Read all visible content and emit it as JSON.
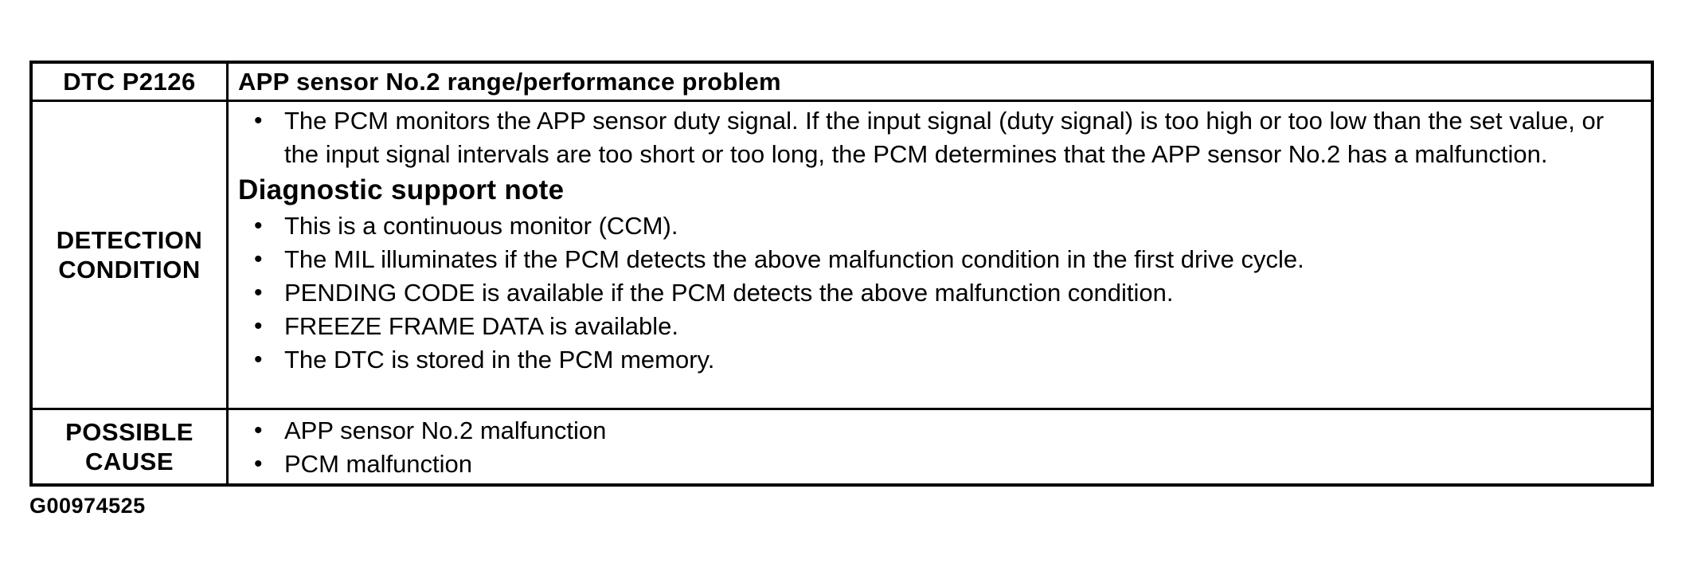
{
  "document": {
    "figure_id": "G00974525"
  },
  "table": {
    "header": {
      "dtc_code": "DTC P2126",
      "title": "APP sensor No.2 range/performance problem"
    },
    "detection": {
      "label": "DETECTION CONDITION",
      "bullet_glyph": "•",
      "main_bullet": "The PCM monitors the APP sensor duty signal. If the input signal (duty signal) is too high or too low than the set value, or the input signal intervals are too short or too long, the PCM determines that the APP sensor No.2 has a malfunction.",
      "subheading": "Diagnostic support note",
      "support_bullets": [
        "This is a continuous monitor (CCM).",
        "The MIL illuminates if the PCM detects the above malfunction condition in the first drive cycle.",
        "PENDING CODE is available if the PCM detects the above malfunction condition.",
        "FREEZE FRAME DATA is available.",
        "The DTC is stored in the PCM memory."
      ]
    },
    "possible_cause": {
      "label": "POSSIBLE CAUSE",
      "bullets": [
        "APP sensor No.2 malfunction",
        "PCM malfunction"
      ]
    }
  }
}
